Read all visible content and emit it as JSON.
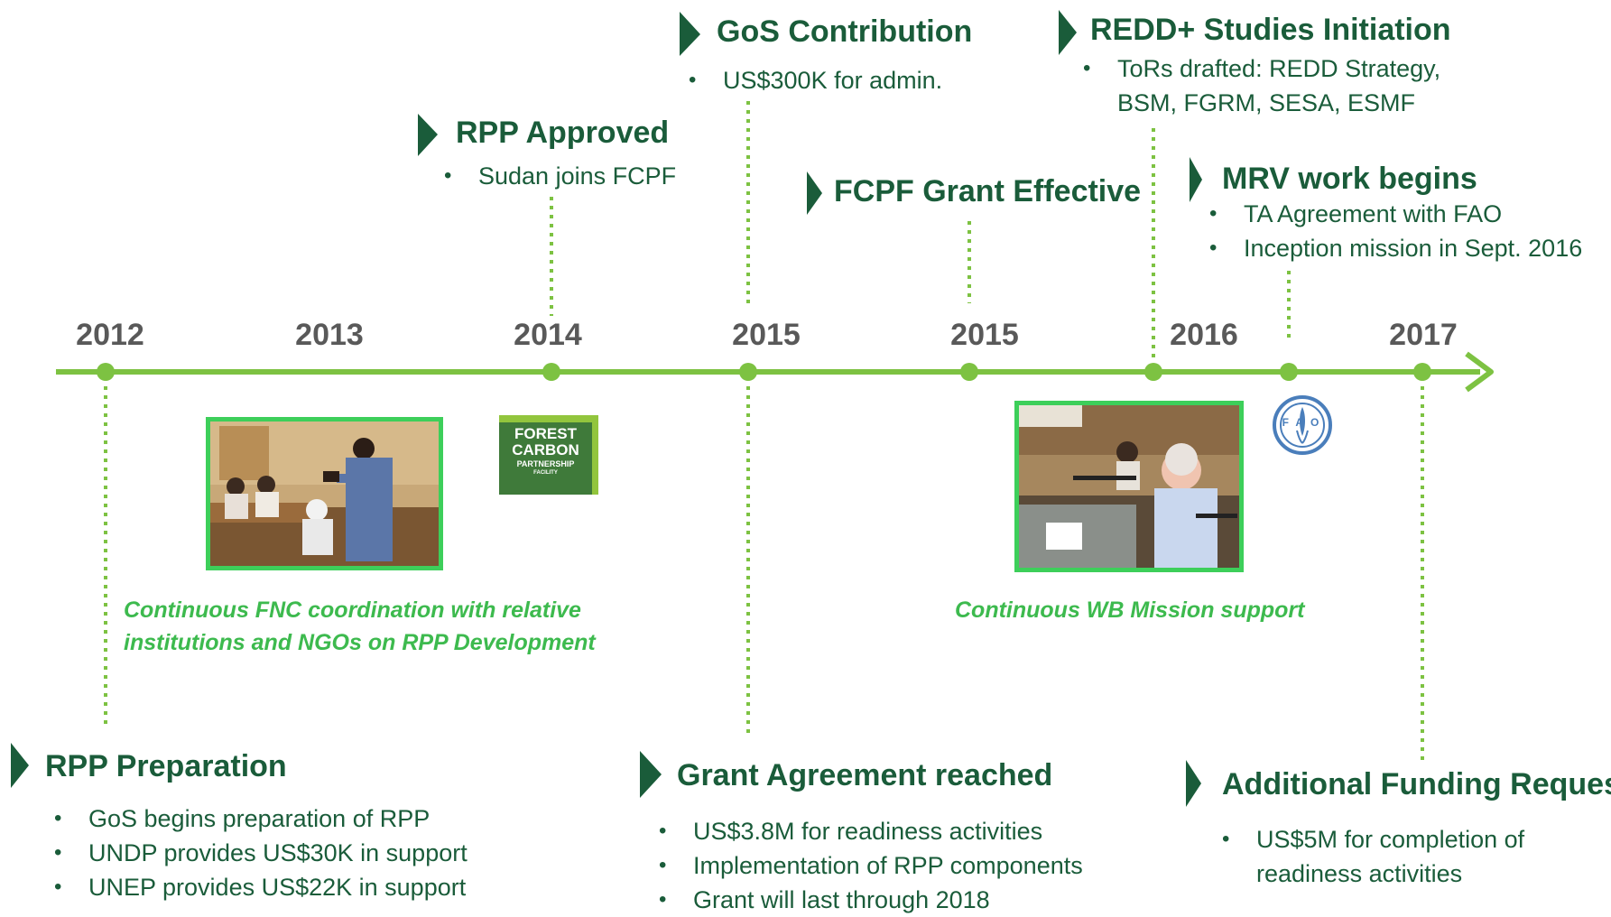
{
  "timeline": {
    "years": [
      "2012",
      "2013",
      "2014",
      "2015",
      "2015",
      "2016",
      "2017"
    ]
  },
  "milestones": {
    "rpp_approved": {
      "title": "RPP Approved",
      "bullets": [
        "Sudan joins FCPF"
      ]
    },
    "gos_contribution": {
      "title": "GoS Contribution",
      "bullets": [
        "US$300K for admin."
      ]
    },
    "fcpf_grant": {
      "title": "FCPF Grant Effective",
      "bullets": []
    },
    "redd_studies": {
      "title": "REDD+ Studies Initiation",
      "bullets": [
        "ToRs drafted: REDD Strategy,",
        "BSM, FGRM, SESA, ESMF"
      ]
    },
    "mrv_work": {
      "title": "MRV work begins",
      "bullets": [
        "TA Agreement with FAO",
        "Inception mission in Sept. 2016"
      ]
    },
    "rpp_preparation": {
      "title": "RPP Preparation",
      "bullets": [
        "GoS begins preparation of RPP",
        "UNDP provides US$30K in support",
        "UNEP provides US$22K in support"
      ]
    },
    "grant_agreement": {
      "title": "Grant Agreement reached",
      "bullets": [
        "US$3.8M for readiness activities",
        "Implementation of RPP components",
        "Grant will last through 2018"
      ]
    },
    "additional_funding": {
      "title": "Additional Funding Request",
      "bullets": [
        "US$5M for completion of",
        "readiness activities"
      ]
    }
  },
  "notes": {
    "fnc": [
      "Continuous FNC coordination with relative",
      "institutions and NGOs on RPP Development"
    ],
    "wb": "Continuous WB Mission support"
  },
  "logos": {
    "fcpf": [
      "FOREST",
      "CARBON",
      "PARTNERSHIP",
      "FACILITY"
    ],
    "fao": "FAO"
  },
  "colors": {
    "timeline_green": "#7dc242",
    "dark_green": "#1a5c3a",
    "note_green": "#3dba4e",
    "year_gray": "#595959"
  },
  "icons": [
    "meeting-photo",
    "fcpf-logo",
    "fao-logo",
    "wb-mission-photo",
    "chevron-marker-icon"
  ]
}
